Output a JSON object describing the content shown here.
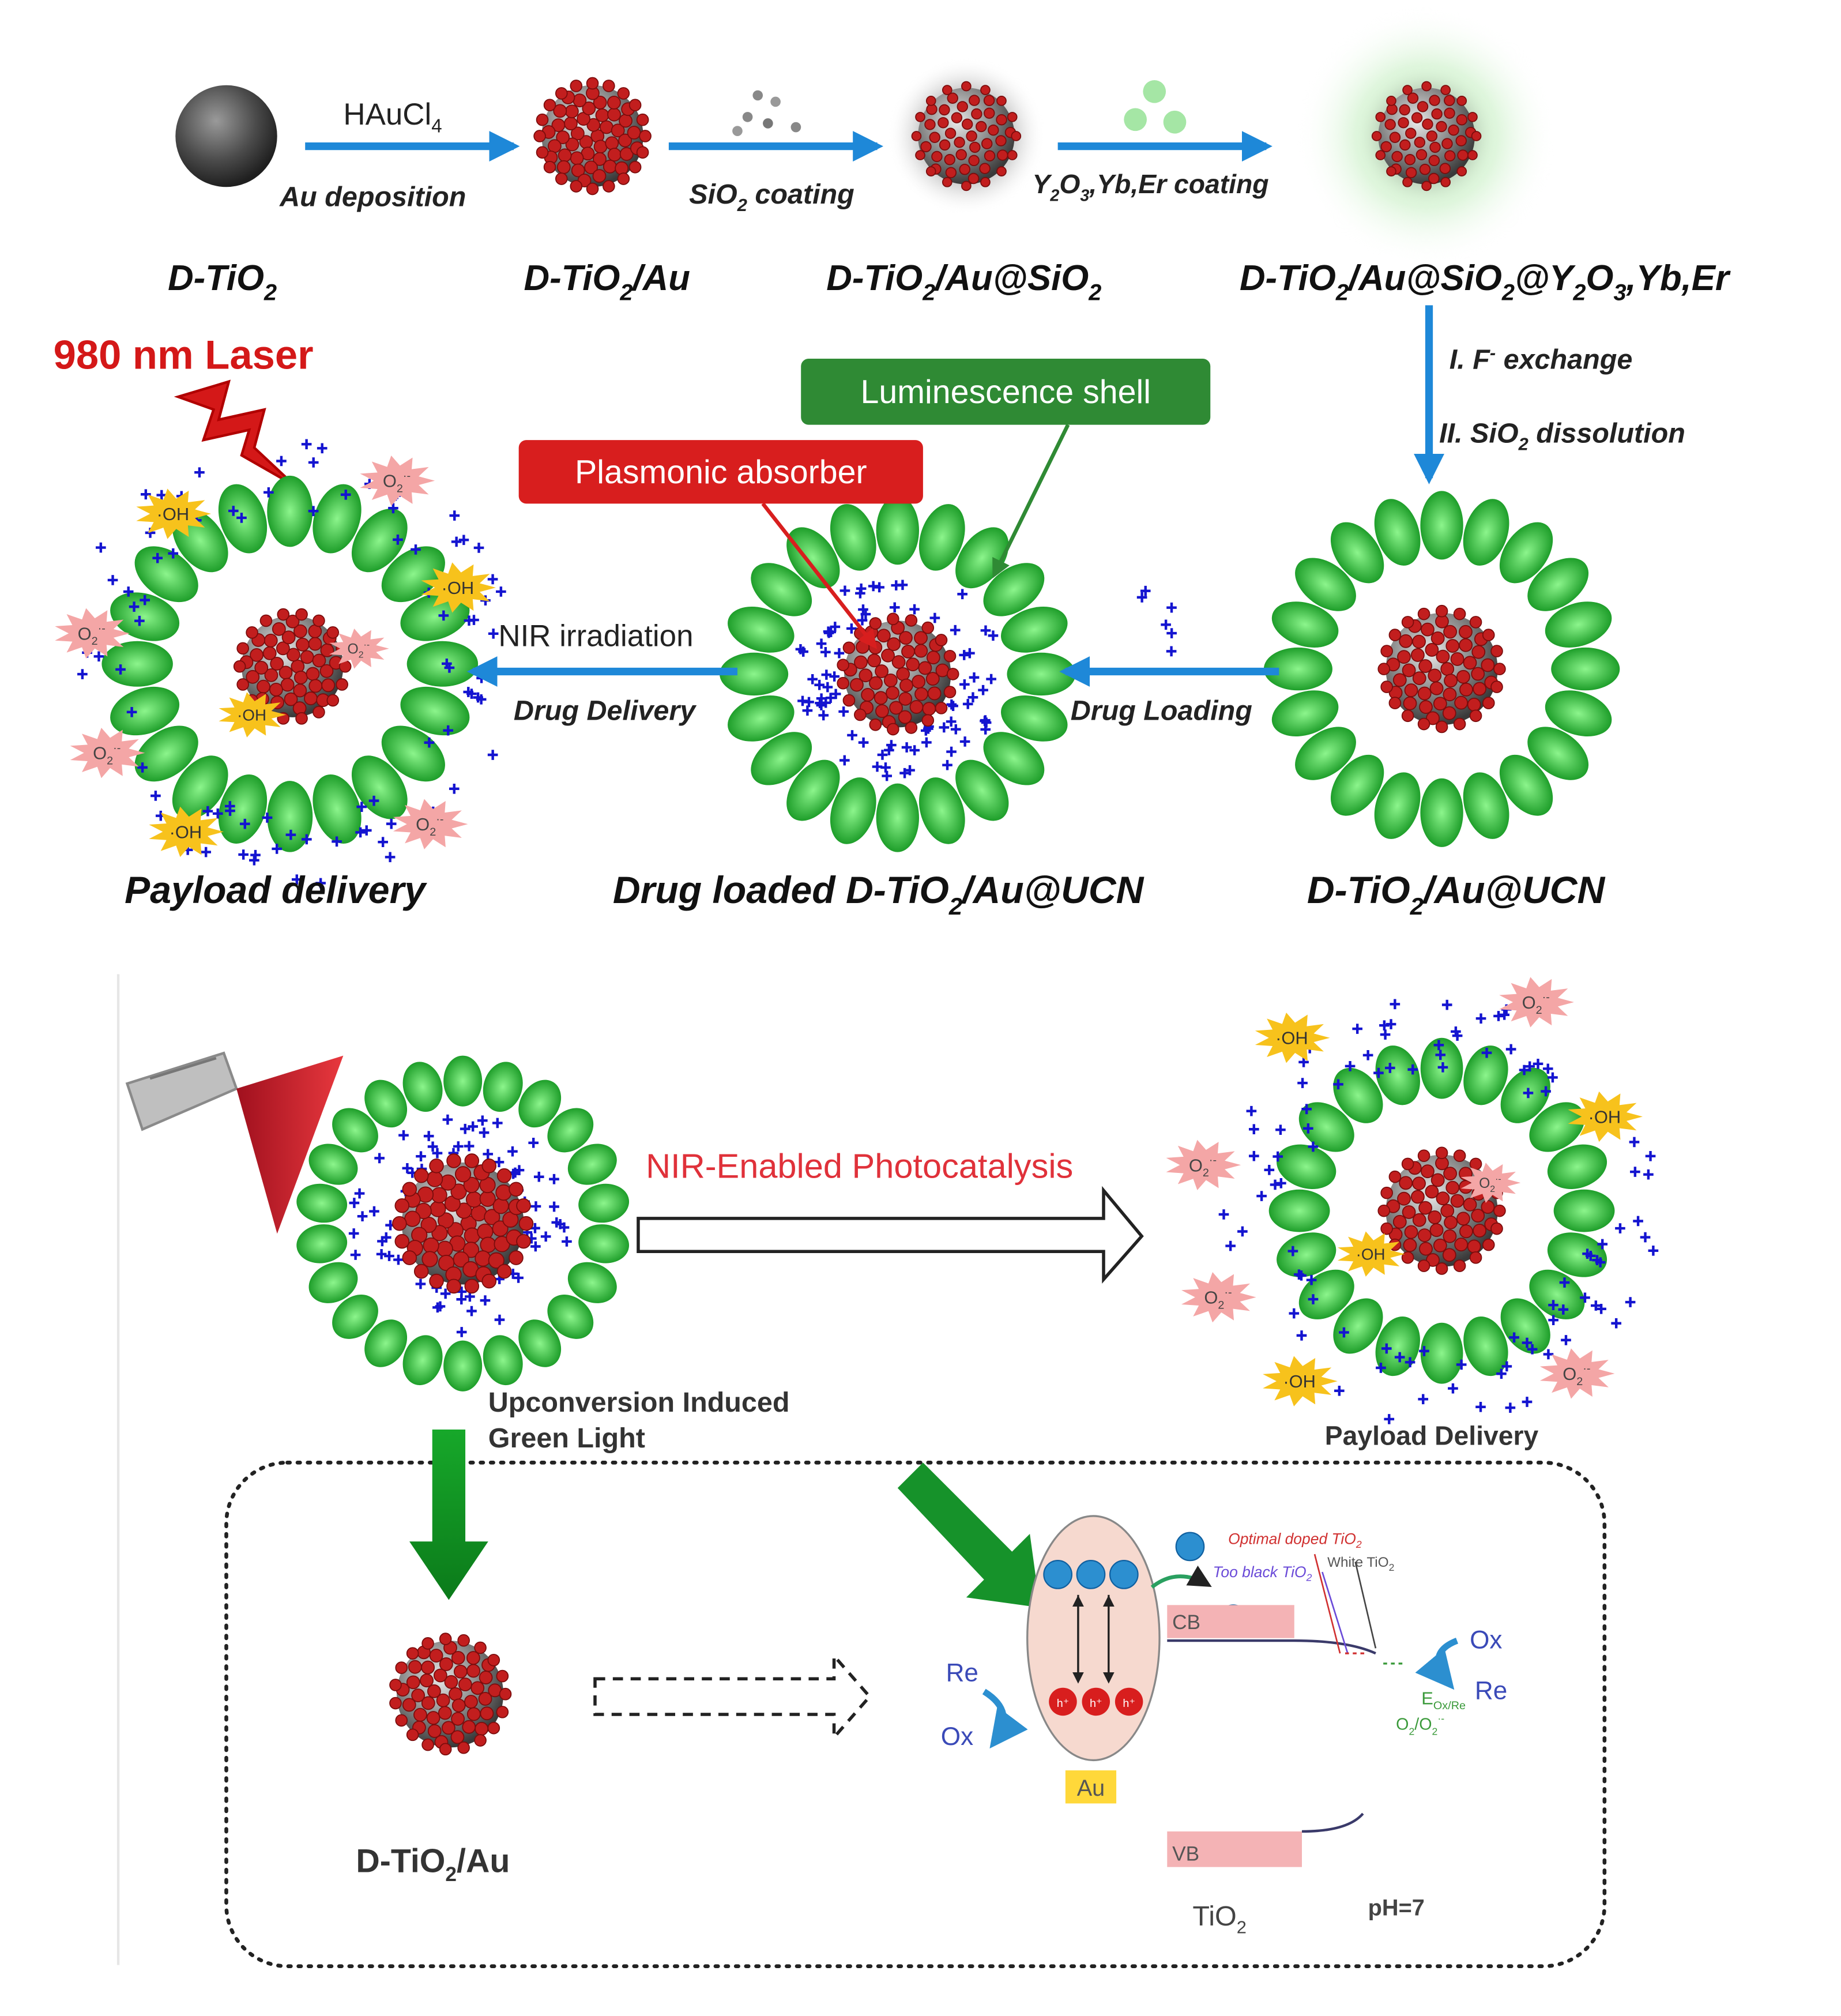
{
  "colors": {
    "arrow_blue": "#1e88d8",
    "core_gray": "#8a8a8a",
    "gold_red": "#c21e1e",
    "shell_green": "#3bd43b",
    "drug_blue": "#1414d0",
    "laser_red": "#d41818",
    "label_green_bg": "#2f8a34",
    "label_red_bg": "#d81e1e",
    "nir_text_red": "#e0313a",
    "oh_yellow": "#f7c21c",
    "o2_pink": "#f4a6a6"
  },
  "top": {
    "step1": {
      "reagent": "HAuCl",
      "reagent_sub": "4",
      "method": "Au deposition"
    },
    "step2": {
      "method": "SiO",
      "method_sub": "2",
      "method_end": " coating"
    },
    "step3": {
      "method": "Y",
      "m_sub1": "2",
      "m_mid": "O",
      "m_sub2": "3",
      "m_end": ",Yb,Er coating"
    },
    "labels": {
      "p1": "D-TiO",
      "p1_sub": "2",
      "p2": "D-TiO",
      "p2_sub": "2",
      "p2_end": "/Au",
      "p3": "D-TiO",
      "p3_sub": "2",
      "p3_mid": "/Au@SiO",
      "p3_sub2": "2",
      "p4": "D-TiO",
      "p4_sub": "2",
      "p4_mid": "/Au@SiO",
      "p4_sub2": "2",
      "p4_mid2": "@Y",
      "p4_sub3": "2",
      "p4_mid3": "O",
      "p4_sub4": "3",
      "p4_end": ",Yb,Er"
    },
    "down_step": {
      "l1": "I. F",
      "l1_sup": "-",
      "l1_end": " exchange",
      "l2": "II. SiO",
      "l2_sub": "2",
      "l2_end": " dissolution"
    }
  },
  "middle": {
    "laser": "980 nm Laser",
    "luminescence_shell": "Luminescence shell",
    "plasmonic_absorber": "Plasmonic absorber",
    "nir_irradiation": "NIR irradiation",
    "drug_delivery": "Drug Delivery",
    "drug_loading": "Drug Loading",
    "oh": "·OH",
    "o2": "O",
    "o2_sub": "2",
    "o2_sup": "·-",
    "payload_delivery": "Payload delivery",
    "drug_loaded_label": "Drug loaded D-TiO",
    "drug_loaded_sub": "2",
    "drug_loaded_end": "/Au@UCN",
    "ucn_label": "D-TiO",
    "ucn_sub": "2",
    "ucn_end": "/Au@UCN"
  },
  "bottom": {
    "photocatalysis": "NIR-Enabled Photocatalysis",
    "upconversion_1": "Upconversion Induced",
    "upconversion_2": "Green Light",
    "payload_delivery": "Payload Delivery",
    "dtio2au": "D-TiO",
    "dtio2au_sub": "2",
    "dtio2au_end": "/Au",
    "optimal": "Optimal doped TiO",
    "optimal_sub": "2",
    "too_black": "Too black TiO",
    "too_black_sub": "2",
    "white": "White TiO",
    "white_sub": "2",
    "cb": "CB",
    "vb": "VB",
    "au": "Au",
    "tio2": "TiO",
    "tio2_sub": "2",
    "ph": "pH=7",
    "re": "Re",
    "ox": "Ox",
    "e_redox": "E",
    "e_redox_sub": "Ox/Re",
    "o2pair": "O",
    "o2pair_sub": "2",
    "o2pair_mid": "/O",
    "o2pair_sub2": "2",
    "o2pair_sup": "·-",
    "h_plus": "h⁺"
  }
}
